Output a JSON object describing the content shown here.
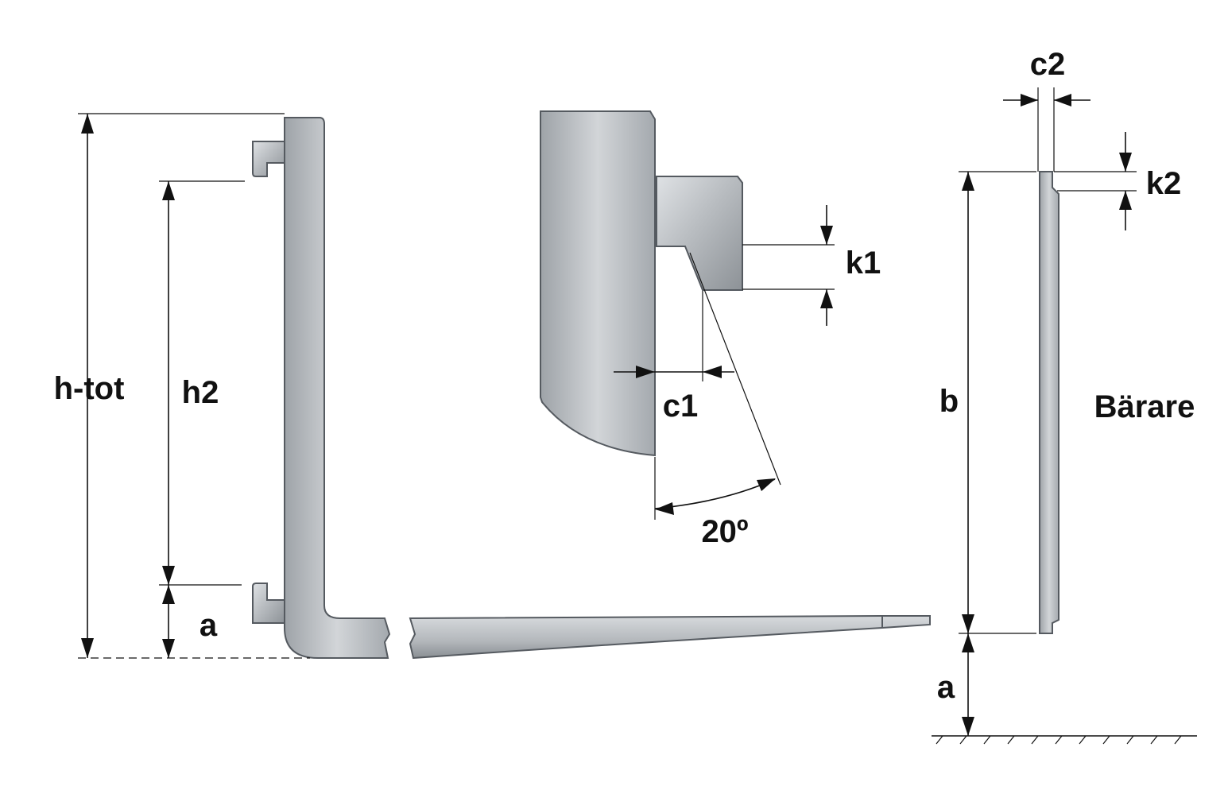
{
  "colors": {
    "metal_light": "#d9dcdf",
    "metal_mid": "#a9aeb3",
    "metal_dark": "#7d8287",
    "line": "#111111",
    "background": "#ffffff"
  },
  "labels": {
    "h_tot": "h-tot",
    "h2": "h2",
    "a_left": "a",
    "k1": "k1",
    "c1": "c1",
    "angle": "20º",
    "c2": "c2",
    "k2": "k2",
    "b": "b",
    "a_right": "a",
    "barare": "Bärare"
  }
}
